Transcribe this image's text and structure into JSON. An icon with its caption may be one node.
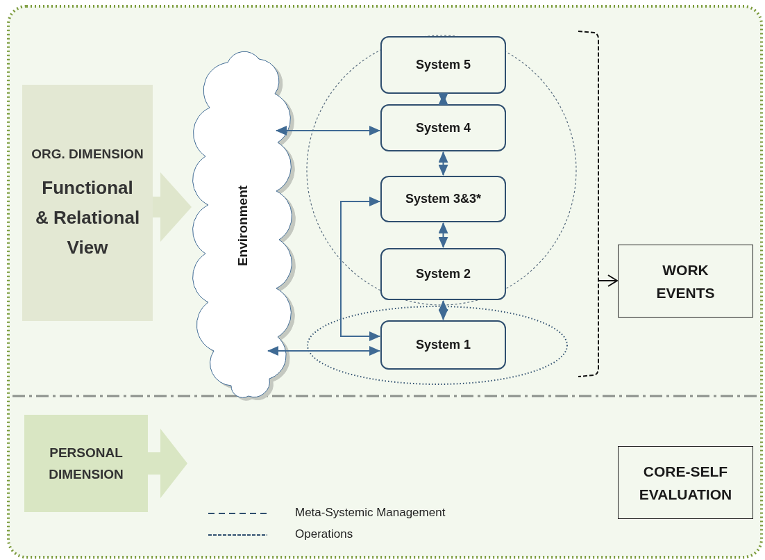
{
  "diagram": {
    "nodes": [
      {
        "text": [
          "ORG. DIMENSION",
          "Functional & Relational View"
        ]
      },
      {
        "text": [
          "Environment"
        ]
      },
      {
        "text": [],
        "shape": "circle"
      },
      {
        "text": [
          "System 5"
        ],
        "in": 2
      },
      {
        "text": [
          "System 4"
        ],
        "in": 2
      },
      {
        "text": [
          "System 3&3*"
        ],
        "in": 2
      },
      {
        "text": [
          "System 2"
        ],
        "in": 2
      },
      {
        "text": [],
        "shape": "ellipse"
      },
      {
        "text": [
          "System 1"
        ],
        "in": 7
      },
      {
        "text": [
          "WORK EVENTS"
        ]
      },
      {
        "text": [
          "PERSONAL DIMENSION"
        ]
      },
      {
        "text": [
          "CORE-SELF EVALUATION"
        ]
      }
    ],
    "edges": [
      {
        "from": 0,
        "to": 1,
        "arrow": "to",
        "style": "thick",
        "color": "#dfe6cc"
      },
      {
        "from": 3,
        "to": 4,
        "arrow": "both"
      },
      {
        "from": 1,
        "to": 4,
        "arrow": "both"
      },
      {
        "from": 4,
        "to": 5,
        "arrow": "both"
      },
      {
        "from": 5,
        "to": 6,
        "arrow": "both"
      },
      {
        "from": 6,
        "to": 8,
        "arrow": "both"
      },
      {
        "from": 8,
        "to": 5,
        "arrow": "both"
      },
      {
        "from": 1,
        "to": 8,
        "arrow": "both"
      },
      {
        "from": 2,
        "to": 9,
        "arrow": "to",
        "color": "#111111"
      }
    ],
    "legend": [
      {
        "text": "Meta-Systemic Management"
      },
      {
        "text": "Operations"
      }
    ]
  }
}
